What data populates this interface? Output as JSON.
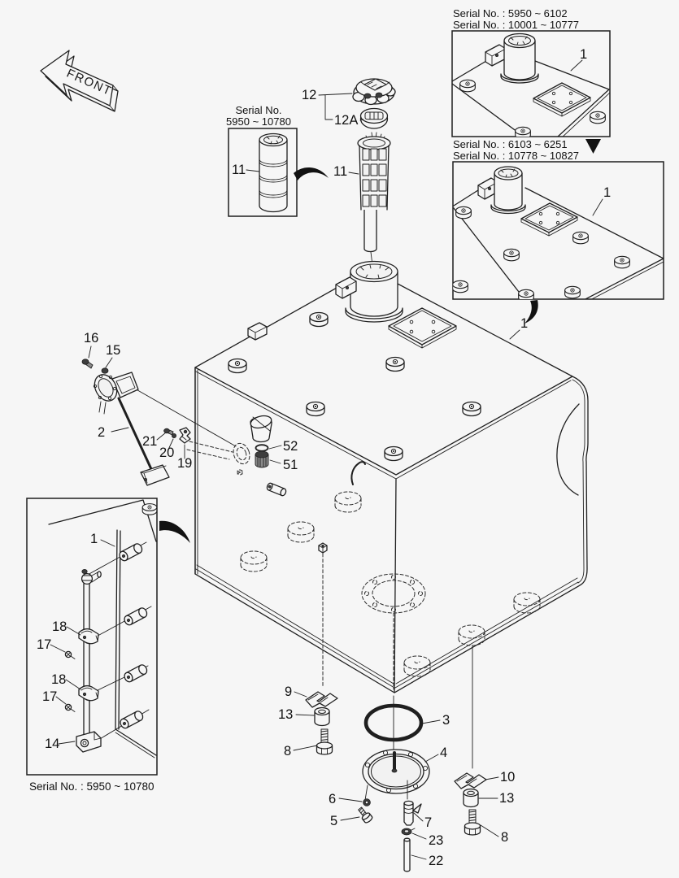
{
  "colors": {
    "background": "#f6f6f6",
    "line": "#1f1f1f"
  },
  "front_label": "FRONT",
  "insets": {
    "top_a": {
      "serial_line1": "Serial No. : 5950 ~ 6102",
      "serial_line2": "Serial No. : 10001 ~ 10777",
      "callout": "1"
    },
    "top_b": {
      "serial_line1": "Serial No. : 6103 ~ 6251",
      "serial_line2": "Serial No. : 10778 ~ 10827",
      "callout": "1"
    },
    "strainer": {
      "serial_line1": "Serial No.",
      "serial_line2": "5950 ~ 10780",
      "callout": "11"
    },
    "gauge": {
      "caption": "Serial No. : 5950 ~ 10780",
      "callout_pipe": "1",
      "callout_clamp_upper": "18",
      "callout_screw_upper": "17",
      "callout_clamp_lower": "18",
      "callout_screw_lower": "17",
      "callout_elbow": "14"
    }
  },
  "callouts": {
    "tank": "1",
    "sender": "2",
    "o_ring": "3",
    "cover_flange": "4",
    "bolt_drain": "5",
    "washer_drain": "6",
    "drain_cock": "7",
    "bolt_center": "8",
    "bolt_right": "8",
    "bracket_center": "9",
    "bracket_right": "10",
    "strainer": "11",
    "cap": "12",
    "cap_ring": "12A",
    "spacer_center": "13",
    "spacer_right": "13",
    "washer_sender": "15",
    "bolt_sender": "16",
    "clamp": "19",
    "washer_clamp": "20",
    "screw_clamp": "21",
    "tube": "22",
    "clip": "23",
    "plug": "51",
    "o_ring_plug": "52"
  }
}
